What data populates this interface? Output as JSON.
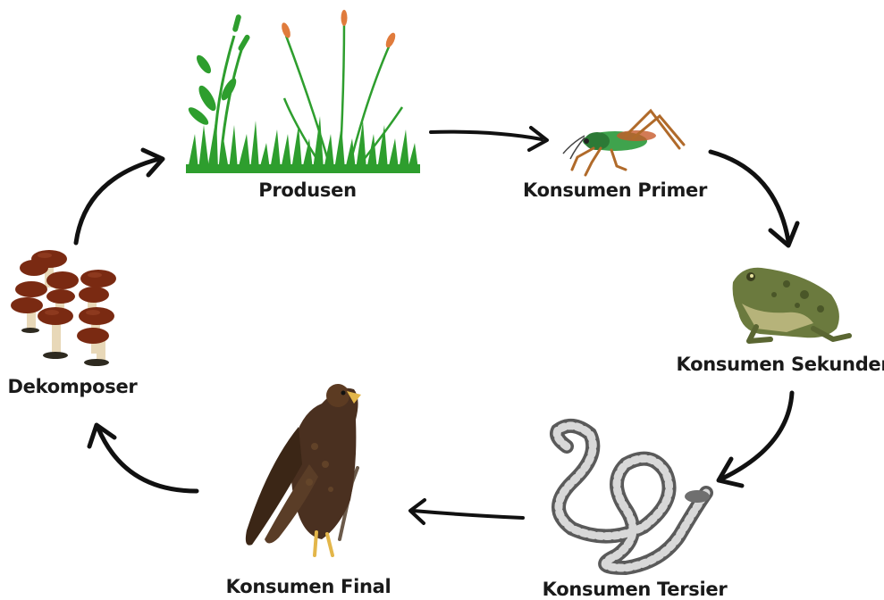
{
  "nodes": {
    "produsen": {
      "label": "Produsen",
      "icon": "grass-icon"
    },
    "konsumen_primer": {
      "label": "Konsumen Primer",
      "icon": "grasshopper-icon"
    },
    "konsumen_sekunder": {
      "label": "Konsumen Sekunder",
      "icon": "frog-icon"
    },
    "konsumen_tersier": {
      "label": "Konsumen Tersier",
      "icon": "snake-icon"
    },
    "konsumen_final": {
      "label": "Konsumen Final",
      "icon": "eagle-icon"
    },
    "dekomposer": {
      "label": "Dekomposer",
      "icon": "mushroom-icon"
    }
  },
  "colors": {
    "grass": "#2e9e2e",
    "grass_dark": "#1f7a1f",
    "cattail": "#e07b3c",
    "grasshopper_body": "#3fa34d",
    "grasshopper_legs": "#b06a2a",
    "frog": "#6b7a3e",
    "snake": "#6f6f6f",
    "eagle": "#4a3020",
    "eagle_beak": "#e3b64a",
    "mushroom_cap": "#7a2a12",
    "mushroom_stem": "#e8d8b8",
    "arrow": "#111111",
    "text": "#1a1a1a"
  }
}
